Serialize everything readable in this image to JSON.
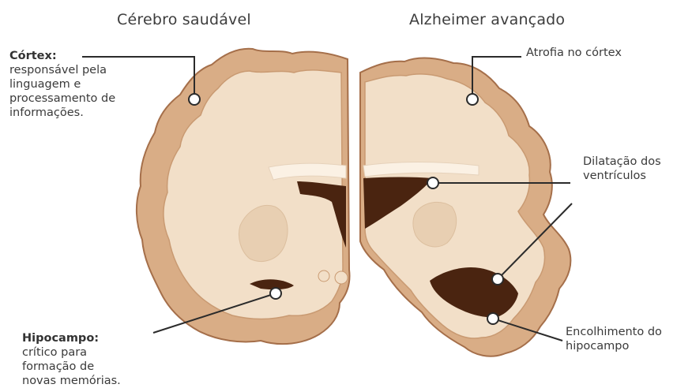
{
  "titles": {
    "healthy": "Cérebro saudável",
    "alzheimer": "Alzheimer avançado"
  },
  "labels": {
    "cortex": {
      "title": "Córtex:",
      "lines": [
        "responsável pela",
        "linguagem e",
        "processamento de",
        "informações."
      ]
    },
    "hippocampus": {
      "title": "Hipocampo:",
      "lines": [
        "crítico para",
        "formação de",
        "novas memórias."
      ]
    },
    "cortex_atrophy": "Atrofia no córtex",
    "ventricles": [
      "Dilatação dos",
      "ventrículos"
    ],
    "hippocampus_shrink": [
      "Encolhimento do",
      "hipocampo"
    ]
  },
  "colors": {
    "outer": "#d9ad86",
    "outline": "#a56f4a",
    "inner": "#f2dfc8",
    "core": "#e8cfb2",
    "ventricle": "#4a2410",
    "leader": "#2b2b2b"
  }
}
